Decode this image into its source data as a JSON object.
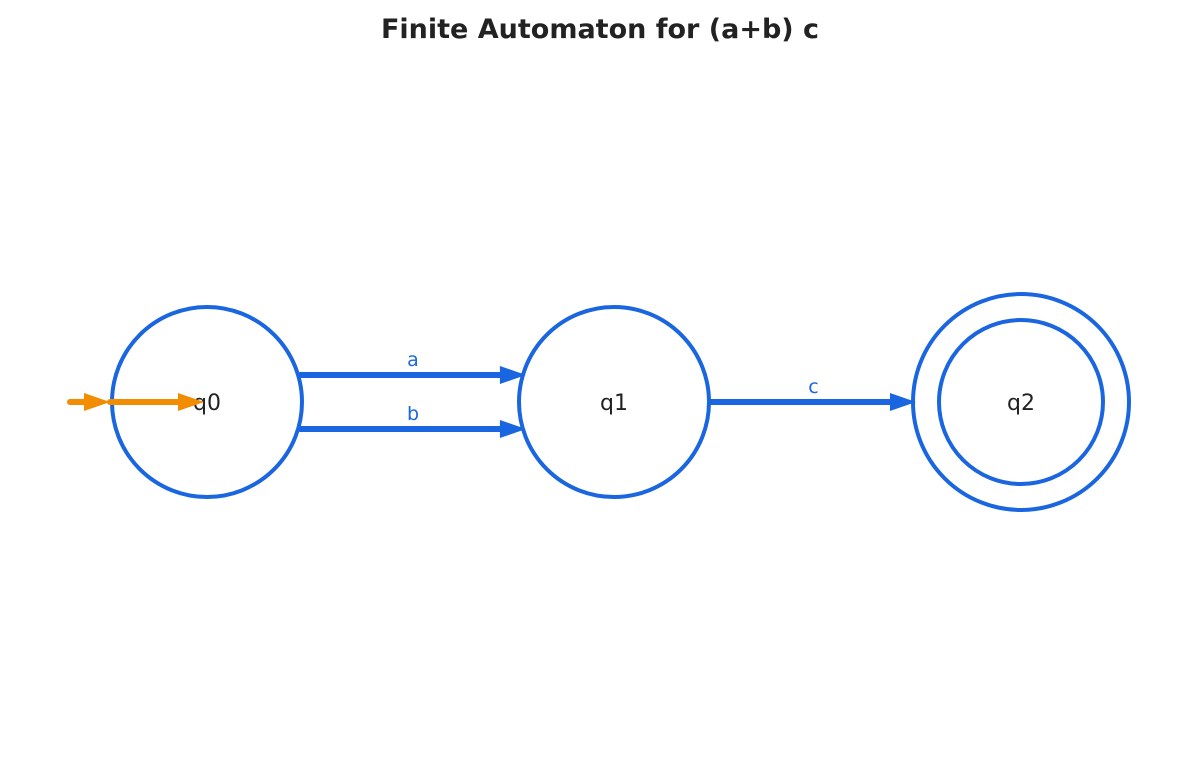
{
  "title": "Finite Automaton for (a+b) c",
  "colors": {
    "state_stroke": "#1a66e0",
    "edge": "#1a66e0",
    "edge_label": "#1a66e0",
    "state_label": "#222222",
    "start_arrow": "#f28c00"
  },
  "states": [
    {
      "id": "q0",
      "label": "q0",
      "start": true,
      "accepting": false
    },
    {
      "id": "q1",
      "label": "q1",
      "start": false,
      "accepting": false
    },
    {
      "id": "q2",
      "label": "q2",
      "start": false,
      "accepting": true
    }
  ],
  "transitions": [
    {
      "from": "q0",
      "to": "q1",
      "symbol": "a"
    },
    {
      "from": "q0",
      "to": "q1",
      "symbol": "b"
    },
    {
      "from": "q1",
      "to": "q2",
      "symbol": "c"
    }
  ]
}
